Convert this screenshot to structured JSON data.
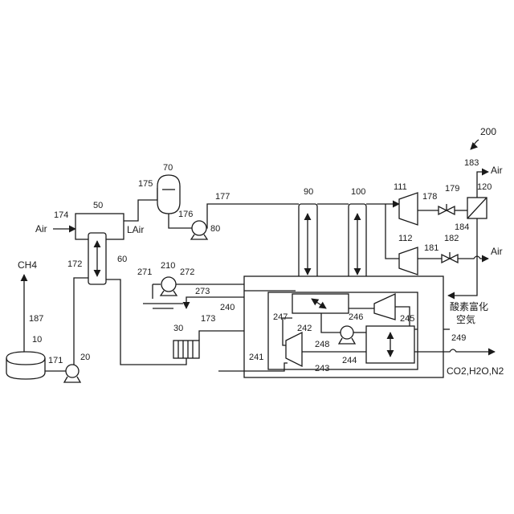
{
  "labels": {
    "fig_no": "200",
    "air_in": "Air",
    "lair": "LAir",
    "ch4": "CH4",
    "air_out_183": "Air",
    "air_out_181": "Air",
    "oxygen_1": "酸素富化",
    "oxygen_2": "空気",
    "exhaust": "CO2,H2O,N2"
  },
  "refs": {
    "r10": "10",
    "r20": "20",
    "r30": "30",
    "r50": "50",
    "r60": "60",
    "r70": "70",
    "r80": "80",
    "r90": "90",
    "r100": "100",
    "r111": "111",
    "r112": "112",
    "r120": "120",
    "r171": "171",
    "r172": "172",
    "r173": "173",
    "r174": "174",
    "r175": "175",
    "r176": "176",
    "r177": "177",
    "r178": "178",
    "r179": "179",
    "r181": "181",
    "r182": "182",
    "r183": "183",
    "r184": "184",
    "r187": "187",
    "r210": "210",
    "r240": "240",
    "r241": "241",
    "r242": "242",
    "r243": "243",
    "r244": "244",
    "r245": "245",
    "r246": "246",
    "r247": "247",
    "r248": "248",
    "r249": "249",
    "r271": "271",
    "r272": "272",
    "r273": "273"
  }
}
